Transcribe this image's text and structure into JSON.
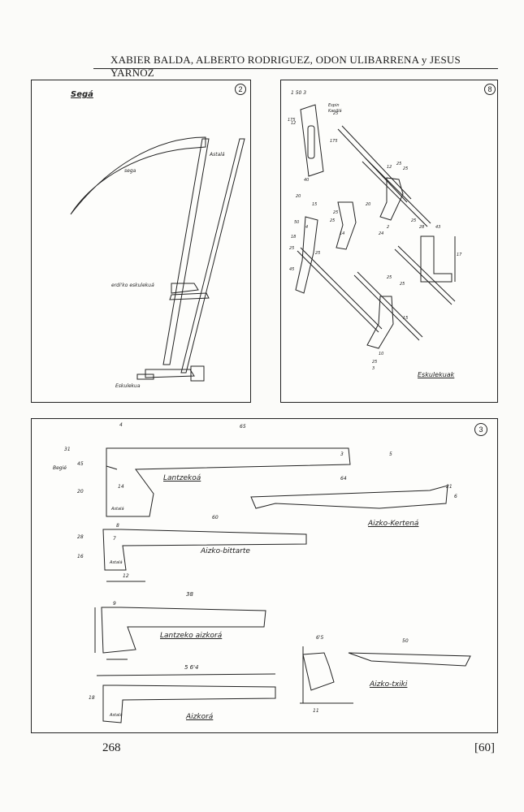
{
  "header": {
    "authors": "XABIER BALDA, ALBERTO RODRIGUEZ, ODON ULIBARRENA y JESUS YARNOZ"
  },
  "panel1": {
    "number": "2",
    "title": "Segá",
    "labels": {
      "blade": "sega",
      "blade_tip": "Astalá",
      "middle_handle": "erdi'ko eskulekuá",
      "bottom_handle": "Eskulekua"
    }
  },
  "panel2": {
    "number": "8",
    "labels": {
      "top_dim": "1 50 3",
      "pin_top": "Espin",
      "pin_bottom": "Kanillá",
      "title": "Eskulekuak"
    },
    "dims": [
      "12",
      "175",
      "25",
      "20",
      "175",
      "40",
      "12",
      "25",
      "25",
      "20",
      "15",
      "25",
      "25",
      "50",
      "18",
      "4",
      "14",
      "25",
      "45",
      "25",
      "24",
      "25",
      "2",
      "28",
      "43",
      "17",
      "25",
      "25",
      "15",
      "10",
      "25",
      "3"
    ]
  },
  "panel3": {
    "number": "3",
    "tools": {
      "lantzekoa": "Lantzekoá",
      "aizko_kertena": "Aizko-Kertená",
      "aizko_bittarte": "Aizko-bittarte",
      "lantzeko_aizkora": "Lantzeko aizkorá",
      "aizkora": "Aizkorá",
      "aizko_txiki": "Aizko-txiki"
    },
    "labels": {
      "begia": "Begié",
      "astala": "Astalá"
    },
    "dims": {
      "d_top_4": "4",
      "d_top_65": "65",
      "d_31": "31",
      "d_45": "45",
      "d_3": "3",
      "d_5": "5",
      "d_14": "14",
      "d_20": "20",
      "d_64": "64",
      "d_21": "21",
      "d_6": "6",
      "d_60": "60",
      "d_8": "8",
      "d_28": "28",
      "d_7": "7",
      "d_16": "16",
      "d_12": "12",
      "d_38": "38",
      "d_9": "9",
      "d_18": "18",
      "d_564": "5 6'4",
      "d_50": "50",
      "d_11": "11",
      "d_65b": "6'5"
    }
  },
  "footer": {
    "page_number": "268",
    "bracket_number": "[60]"
  }
}
